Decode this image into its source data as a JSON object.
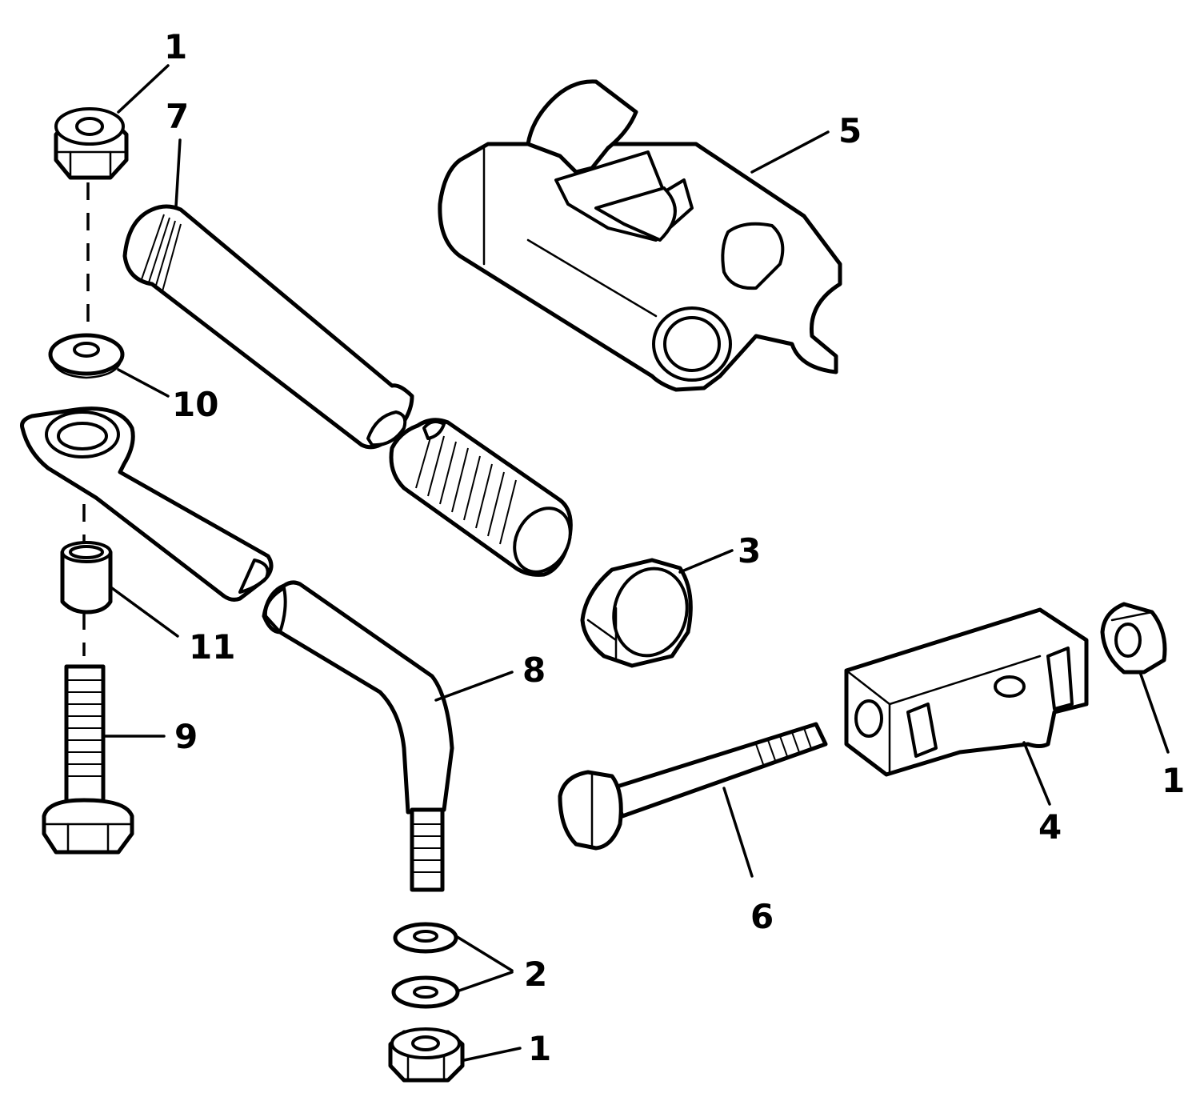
{
  "callouts": {
    "c1_top": "1",
    "c7": "7",
    "c5": "5",
    "c10": "10",
    "c3": "3",
    "c11": "11",
    "c8": "8",
    "c9": "9",
    "c1_right": "1",
    "c4": "4",
    "c6": "6",
    "c2": "2",
    "c1_bottom": "1"
  },
  "colors": {
    "line": "#000000",
    "paper": "#ffffff"
  }
}
